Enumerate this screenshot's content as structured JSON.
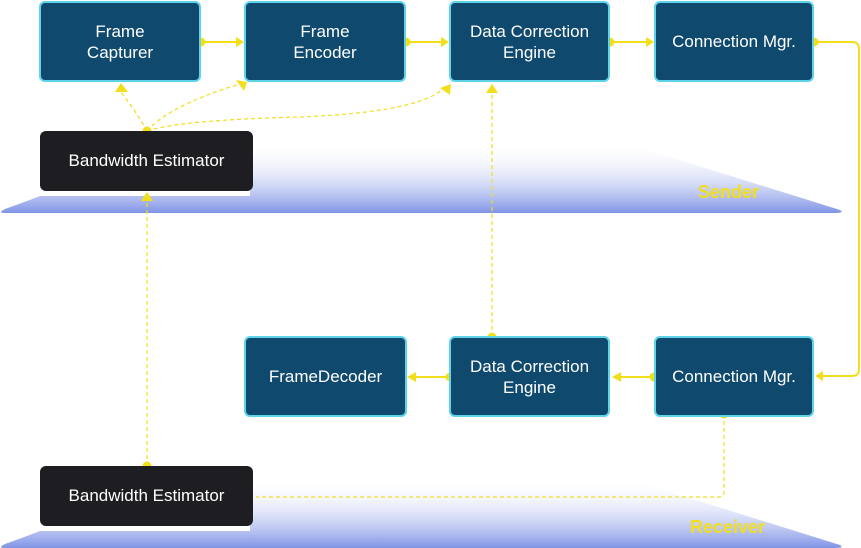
{
  "colors": {
    "node_fill": "#0f4a6e",
    "node_border": "#5fd3ea",
    "estimator_fill": "#1e1e22",
    "connector": "#f2de1a",
    "zone_gradient_bottom": "#8094e6"
  },
  "sender": {
    "label": "Sender",
    "frame_capturer": "Frame\nCapturer",
    "frame_encoder": "Frame\nEncoder",
    "data_correction_engine": "Data Correction\nEngine",
    "connection_manager": "Connection Mgr.",
    "bandwidth_estimator": "Bandwidth Estimator"
  },
  "receiver": {
    "label": "Receiver",
    "frame_decoder": "FrameDecoder",
    "data_correction_engine": "Data Correction\nEngine",
    "connection_manager": "Connection Mgr.",
    "bandwidth_estimator": "Bandwidth Estimator"
  }
}
